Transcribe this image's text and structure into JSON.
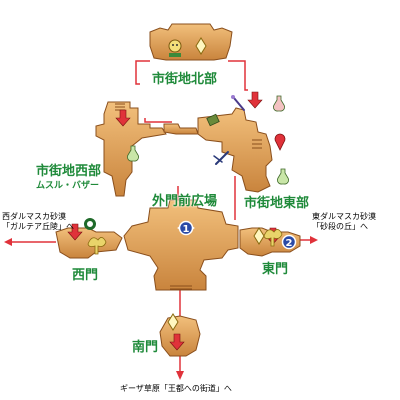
{
  "areas": {
    "north": "市街地北部",
    "west": "市街地西部",
    "west_sub": "ムスル・バザー",
    "east": "市街地東部",
    "square": "外門前広場",
    "west_gate": "西門",
    "east_gate": "東門",
    "south_gate": "南門"
  },
  "exits": {
    "west_line1": "西ダルマスカ砂漠",
    "west_line2": "「ガルテア丘陵」へ",
    "east_line1": "東ダルマスカ砂漠",
    "east_line2": "「砂段の丘」へ",
    "south": "ギーザ草原「王都への街道」へ"
  },
  "markers": {
    "m1": "1",
    "m2": "2"
  },
  "colors": {
    "floor": "#d8944a",
    "floor_top": "#f0bb75",
    "floor_edge": "#8a4f1c",
    "route": "#e0323a",
    "label": "#1f8a3a",
    "marker": "#2a4aa6"
  }
}
